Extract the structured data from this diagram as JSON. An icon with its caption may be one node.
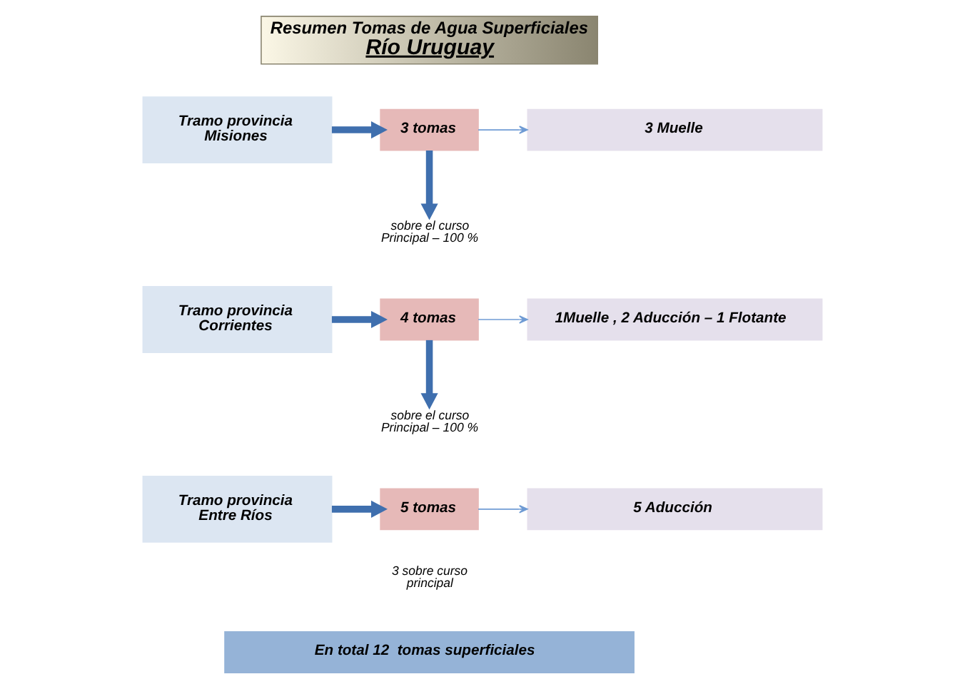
{
  "diagram": {
    "nodes": [
      {
        "text": [
          "Resumen Tomas de Agua Superficiales",
          "Río Uruguay"
        ]
      },
      {
        "text": [
          "Tramo provincia Misiones"
        ]
      },
      {
        "text": [
          "3 tomas"
        ]
      },
      {
        "text": [
          "3 Muelle"
        ]
      },
      {
        "text": [
          "sobre el curso Principal – 100 %"
        ]
      },
      {
        "text": [
          "Tramo provincia Corrientes"
        ]
      },
      {
        "text": [
          "4 tomas"
        ]
      },
      {
        "text": [
          "1Muelle , 2 Aducción – 1 Flotante"
        ]
      },
      {
        "text": [
          "sobre el curso Principal – 100 %"
        ]
      },
      {
        "text": [
          "Tramo provincia Entre Ríos"
        ]
      },
      {
        "text": [
          "5 tomas"
        ],
        "beside": [
          "3 sobre curso principal"
        ]
      },
      {
        "text": [
          "5 Aducción"
        ]
      },
      {
        "text": [
          "En total 12  tomas superficiales"
        ]
      }
    ],
    "edges": [
      {
        "from": 1,
        "to": 2,
        "arrow": "to"
      },
      {
        "from": 2,
        "to": 3,
        "arrow": "to",
        "color": "#6f9bd4"
      },
      {
        "from": 2,
        "to": 4,
        "arrow": "to"
      },
      {
        "from": 5,
        "to": 6,
        "arrow": "to"
      },
      {
        "from": 6,
        "to": 7,
        "arrow": "to",
        "color": "#6f9bd4"
      },
      {
        "from": 6,
        "to": 8,
        "arrow": "to"
      },
      {
        "from": 9,
        "to": 10,
        "arrow": "to"
      },
      {
        "from": 10,
        "to": 11,
        "arrow": "to",
        "color": "#6f9bd4"
      }
    ]
  }
}
